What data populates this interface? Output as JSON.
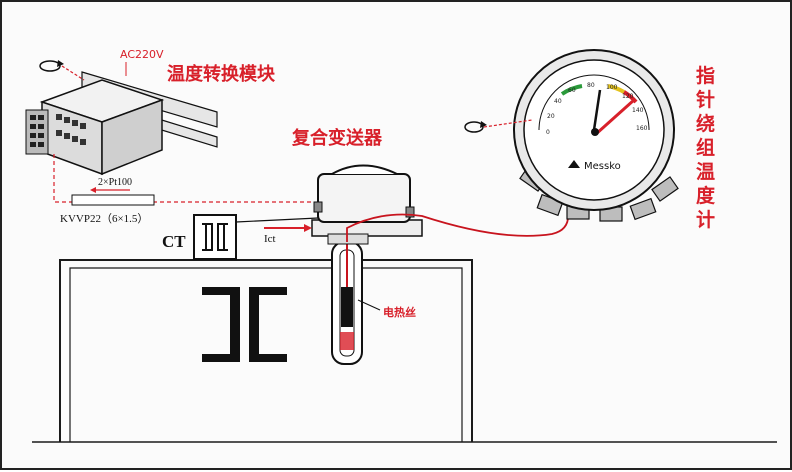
{
  "labels": {
    "supply": "AC220V",
    "module_title": "温度转换模块",
    "transmitter_title": "复合变送器",
    "gauge_title_chars": [
      "指",
      "针",
      "绕",
      "组",
      "温",
      "度",
      "计"
    ],
    "sensor_cable": "2×Pt100",
    "cable_type": "KVVP22（6×1.5）",
    "ct": "CT",
    "ict": "Ict",
    "heater": "电热丝",
    "brand": "Messko"
  },
  "gauge": {
    "scale_ticks": [
      "0",
      "20",
      "40",
      "60",
      "80",
      "100",
      "120",
      "140",
      "160"
    ]
  },
  "colors": {
    "label_red": "#d8202a",
    "line_black": "#111111",
    "cable_red": "#c8141e"
  }
}
